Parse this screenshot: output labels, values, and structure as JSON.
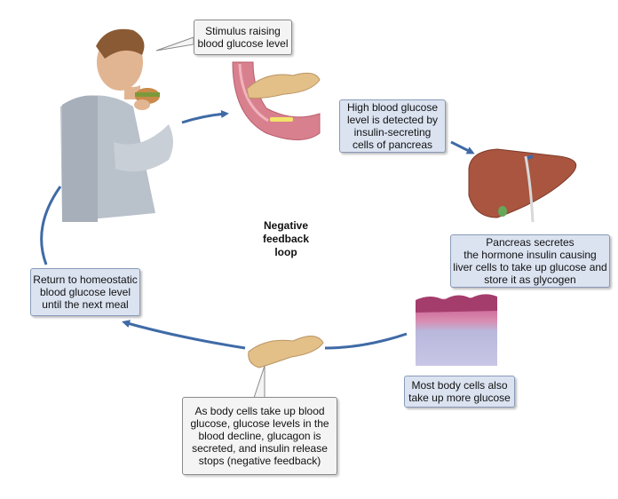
{
  "center_label": "Negative\nfeedback\nloop",
  "callouts": {
    "stimulus": "Stimulus raising\nblood glucose level",
    "detected": "High blood glucose\nlevel is detected by\ninsulin-secreting\ncells of pancreas",
    "insulin": "Pancreas secretes\nthe hormone insulin causing\nliver cells to take up glucose and\nstore it as glycogen",
    "body_cells": "Most body cells also\ntake up more glucose",
    "glucagon": "As body cells take up blood\nglucose, glucose levels in the\nblood decline, glucagon is\nsecreted, and insulin release\nstops (negative feedback)",
    "homeostatic": "Return to homeostatic\nblood glucose level\nuntil the next meal"
  },
  "colors": {
    "arrow": "#3f6aa6",
    "callout_blue": "#dbe3f1",
    "liver": "#a9553f",
    "pancreas": "#e4c089",
    "tissue": "#b7477b"
  }
}
